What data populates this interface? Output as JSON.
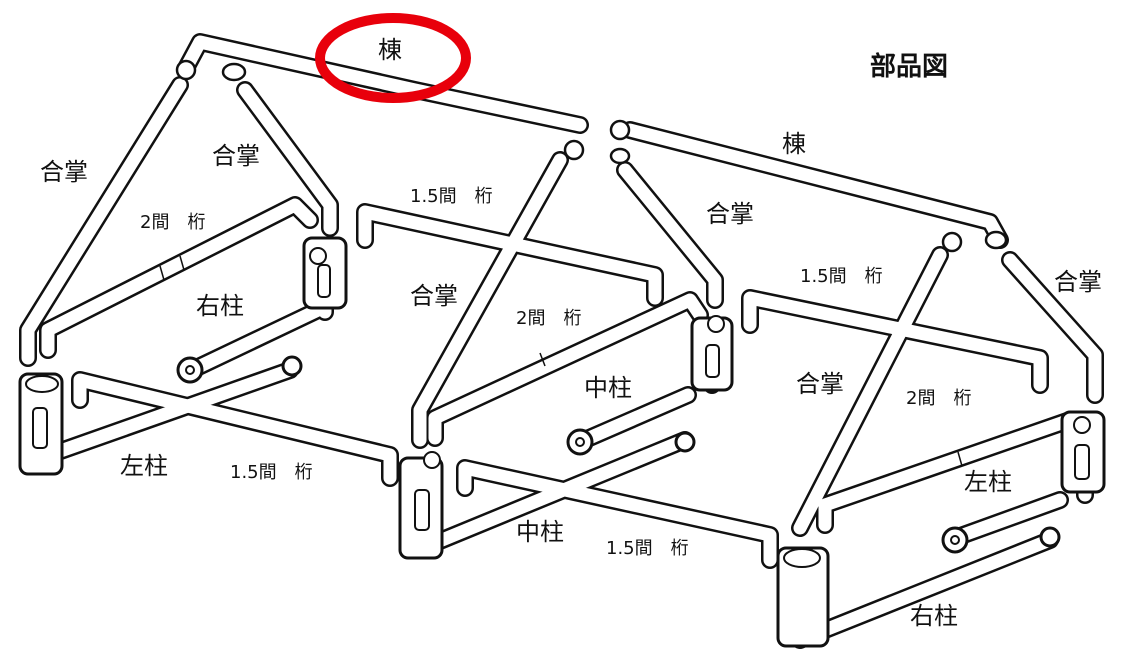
{
  "title": "部品図",
  "labels": {
    "ridge_1": "棟",
    "ridge_2": "棟",
    "gassho_1": "合掌",
    "gassho_2": "合掌",
    "gassho_3": "合掌",
    "gassho_4": "合掌",
    "gassho_5": "合掌",
    "gassho_6": "合掌",
    "keta2_1": "2間　桁",
    "keta2_2": "2間　桁",
    "keta2_3": "2間　桁",
    "keta15_1": "1.5間　桁",
    "keta15_2": "1.5間　桁",
    "keta15_3": "1.5間　桁",
    "keta15_4": "1.5間　桁",
    "right_post_1": "右柱",
    "right_post_2": "右柱",
    "left_post_1": "左柱",
    "left_post_2": "左柱",
    "center_post_1": "中柱",
    "center_post_2": "中柱"
  },
  "highlight_color": "#e8000b"
}
